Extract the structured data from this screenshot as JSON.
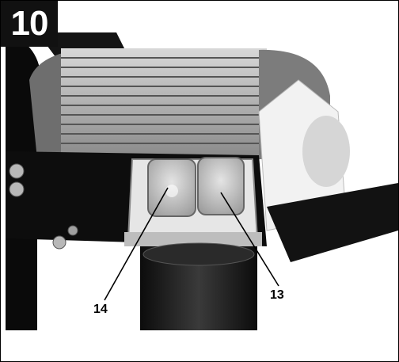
{
  "figure": {
    "number": "10",
    "callouts": [
      {
        "label": "14",
        "target": "left-switch-button"
      },
      {
        "label": "13",
        "target": "right-switch-button"
      }
    ]
  },
  "colors": {
    "badge_bg": "#111111",
    "badge_text": "#ffffff"
  }
}
